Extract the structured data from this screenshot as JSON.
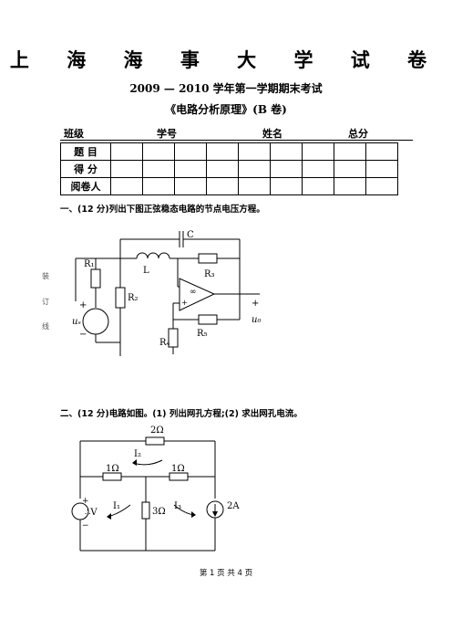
{
  "header": {
    "title": "上 海 海 事 大 学 试 卷",
    "subtitle": "2009 — 2010 学年第一学期期末考试",
    "paper_name": "《电路分析原理》(B 卷)"
  },
  "info_fields": {
    "class_label": "班级",
    "student_id_label": "学号",
    "name_label": "姓名",
    "total_label": "总分"
  },
  "score_table": {
    "rows": [
      "题  目",
      "得  分",
      "阅卷人"
    ]
  },
  "binding_margin": {
    "chars": [
      "装",
      "订",
      "线"
    ]
  },
  "question1": {
    "text": "一、(12 分)列出下图正弦稳态电路的节点电压方程。",
    "labels": {
      "C": "C",
      "L": "L",
      "R1": "R₁",
      "R2": "R₂",
      "R3": "R₃",
      "R4": "R₄",
      "R5": "R₅",
      "opamp": "∞",
      "plus_in": "+",
      "minus_in": "−",
      "us": "uₛ",
      "uo": "u₀",
      "plus": "+",
      "minus": "−"
    }
  },
  "question2": {
    "text": "二、(12 分)电路如图。(1) 列出网孔方程;(2) 求出网孔电流。",
    "labels": {
      "r_top": "2Ω",
      "r_left": "1Ω",
      "r_right": "1Ω",
      "r_mid": "3Ω",
      "i1": "I₁",
      "i2": "I₂",
      "i3": "I₃",
      "src": "2A",
      "vs": "∴V",
      "plus": "+",
      "minus": "−"
    }
  },
  "footer": {
    "page": "第 1 页 共 4 页"
  }
}
